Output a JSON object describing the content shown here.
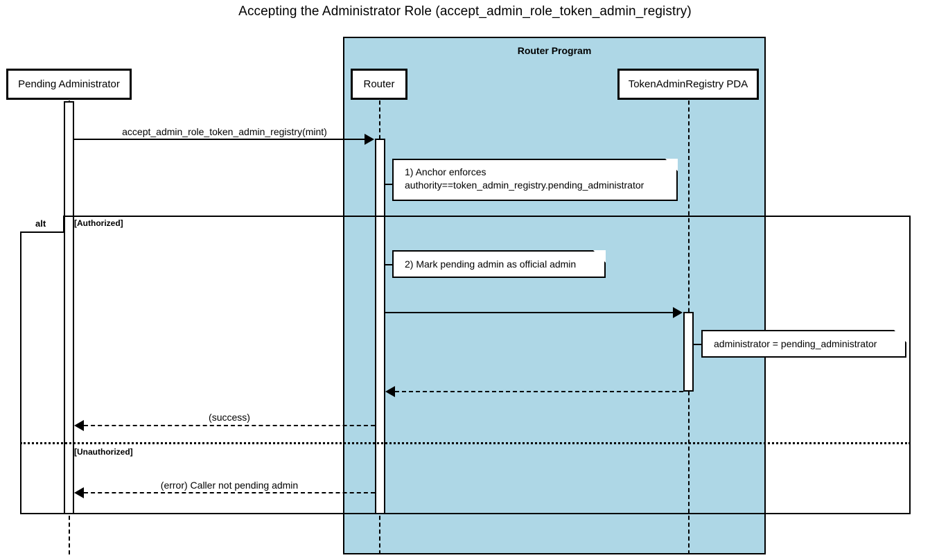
{
  "diagram": {
    "title": "Accepting the Administrator Role (accept_admin_role_token_admin_registry)",
    "type": "uml-sequence-diagram",
    "colors": {
      "group_fill": "#aed7e6",
      "stroke": "#000000",
      "note_fill": "#ffffff",
      "participant_fill": "#ffffff"
    }
  },
  "group": {
    "label": "Router Program"
  },
  "participants": [
    {
      "id": "pending-administrator",
      "label": "Pending Administrator"
    },
    {
      "id": "router",
      "label": "Router"
    },
    {
      "id": "token-admin-registry-pda",
      "label": "TokenAdminRegistry PDA"
    }
  ],
  "messages": [
    {
      "id": "m1",
      "label": "accept_admin_role_token_admin_registry(mint)",
      "from": "pending-administrator",
      "to": "router",
      "style": "solid",
      "direction": "right"
    },
    {
      "id": "m2",
      "label": "",
      "from": "router",
      "to": "token-admin-registry-pda",
      "style": "solid",
      "direction": "right"
    },
    {
      "id": "m3",
      "label": "",
      "from": "token-admin-registry-pda",
      "to": "router",
      "style": "dashed",
      "direction": "left"
    },
    {
      "id": "m4",
      "label": "(success)",
      "from": "router",
      "to": "pending-administrator",
      "style": "dashed",
      "direction": "left"
    },
    {
      "id": "m5",
      "label": "(error) Caller not pending admin",
      "from": "router",
      "to": "pending-administrator",
      "style": "dashed",
      "direction": "left"
    }
  ],
  "notes": [
    {
      "id": "note-1",
      "lines": [
        "1) Anchor enforces",
        "authority==token_admin_registry.pending_administrator"
      ],
      "attached_to": "router"
    },
    {
      "id": "note-2",
      "lines": [
        "2) Mark pending admin as official admin"
      ],
      "attached_to": "router"
    },
    {
      "id": "note-3",
      "lines": [
        "administrator = pending_administrator"
      ],
      "attached_to": "token-admin-registry-pda"
    }
  ],
  "fragment": {
    "operator": "alt",
    "guards": [
      "[Authorized]",
      "[Unauthorized]"
    ]
  }
}
